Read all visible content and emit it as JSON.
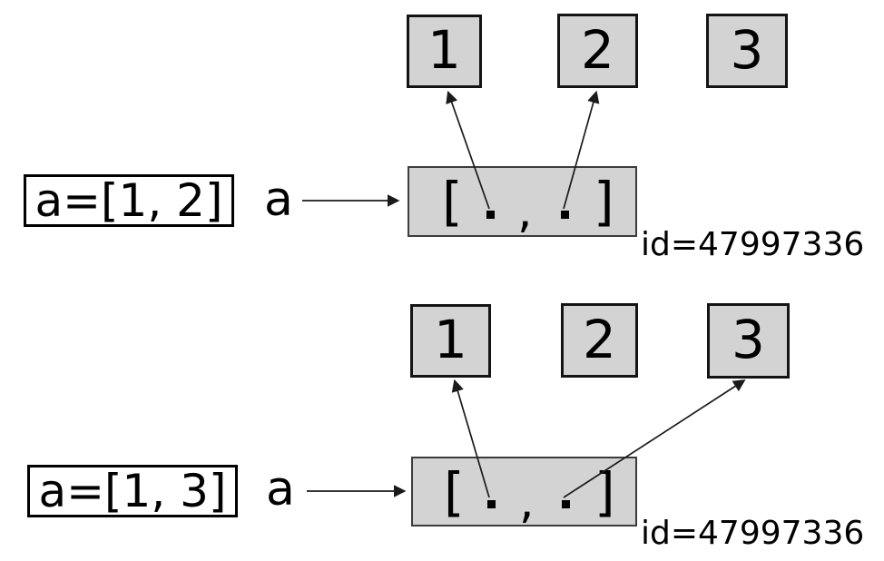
{
  "colors": {
    "background": "#ffffff",
    "box_fill": "#d3d3d3",
    "box_border": "#141414",
    "list_border": "#3c3c3c",
    "arrow": "#1a1a1a",
    "text": "#000000"
  },
  "list_tokens": {
    "open": "[",
    "comma": ",",
    "close": "]"
  },
  "top": {
    "code": "a=[1, 2]",
    "var": "a",
    "values": [
      "1",
      "2",
      "3"
    ],
    "id": "id=47997336"
  },
  "bottom": {
    "code": "a=[1, 3]",
    "var": "a",
    "values": [
      "1",
      "2",
      "3"
    ],
    "id": "id=47997336"
  }
}
